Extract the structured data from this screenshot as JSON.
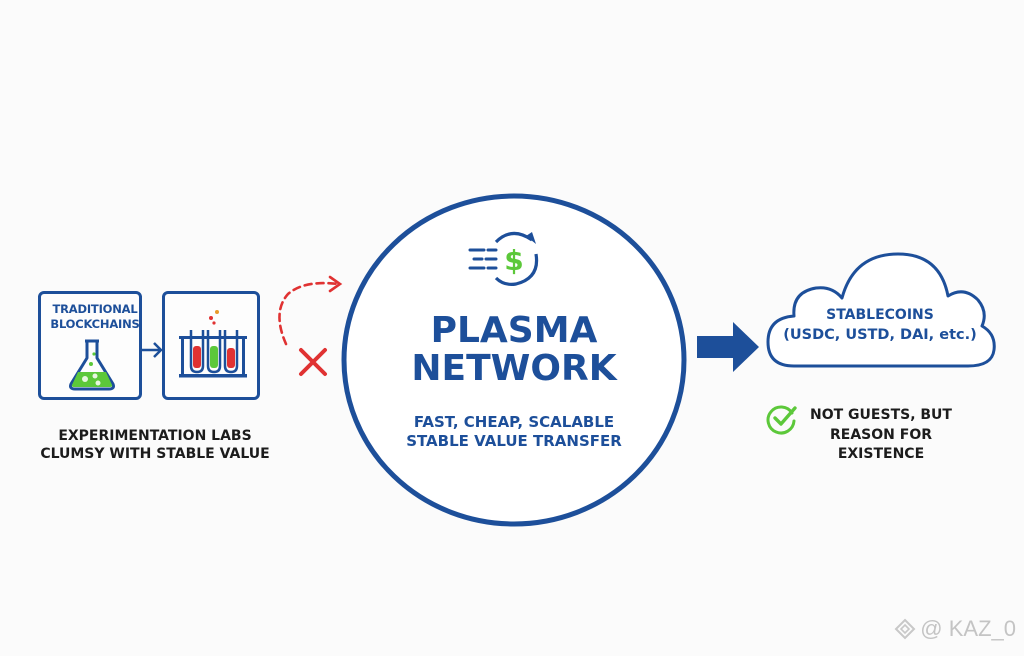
{
  "colors": {
    "primary_blue": "#1d4f9a",
    "accent_green": "#5cc83a",
    "accent_red": "#e03232",
    "text_dark": "#1c1c1c",
    "watermark": "#c4c4c4"
  },
  "left": {
    "box_label_line1": "TRADITIONAL",
    "box_label_line2": "BLOCKCHAINS",
    "flask_icon": "flask-icon",
    "test_tubes_icon": "test-tubes-icon",
    "caption_line1": "EXPERIMENTATION LABS",
    "caption_line2": "CLUMSY WITH STABLE VALUE"
  },
  "transition": {
    "dashed_arrow": "dashed-arrow-icon",
    "reject_mark": "x-icon"
  },
  "center": {
    "icon": "dollar-transfer-icon",
    "title_line1": "PLASMA",
    "title_line2": "NETWORK",
    "subtitle_line1": "FAST, CHEAP, SCALABLE",
    "subtitle_line2": "STABLE VALUE TRANSFER"
  },
  "right": {
    "arrow_icon": "right-arrow-icon",
    "cloud_line1": "STABLECOINS",
    "cloud_line2": "(USDC, USTD, DAI, etc.)",
    "check_icon": "check-circle-icon",
    "note_line1": "NOT GUESTS, BUT",
    "note_line2": "REASON FOR",
    "note_line3": "EXISTENCE"
  },
  "watermark": {
    "icon": "logo-icon",
    "text": "@ KAZ_0"
  }
}
